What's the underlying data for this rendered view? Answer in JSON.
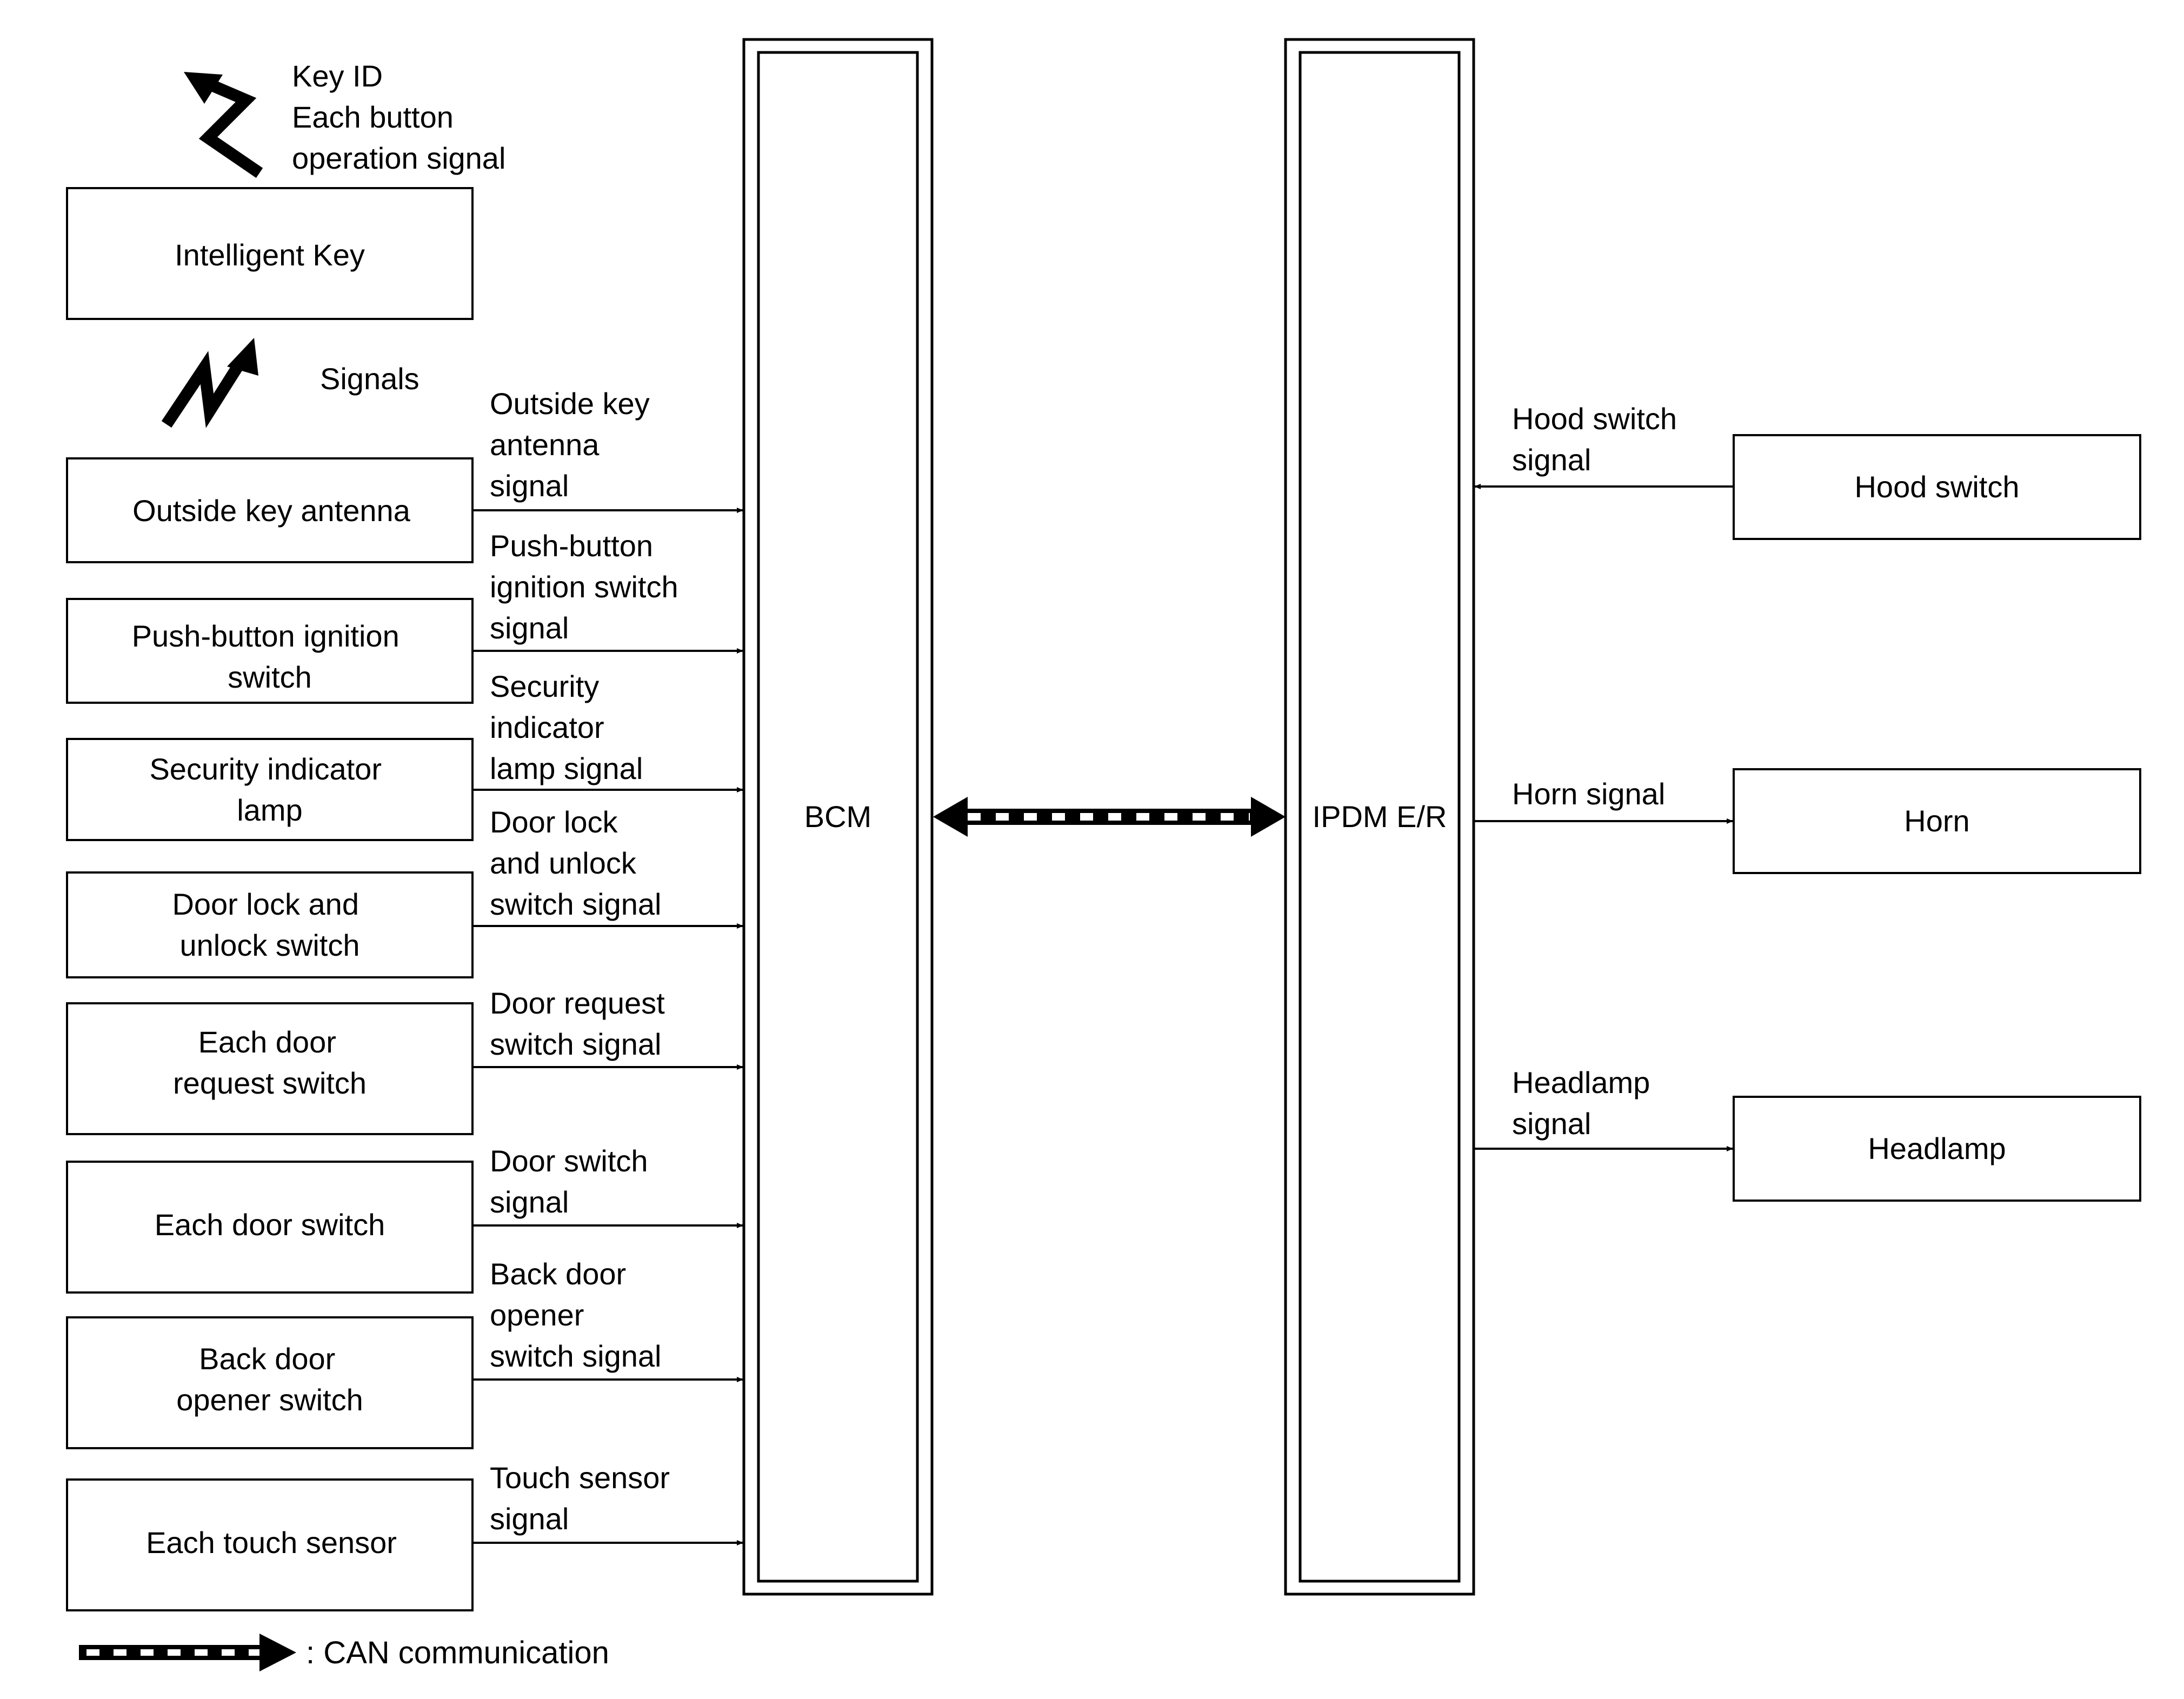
{
  "wireless": {
    "keyid_lines": [
      "Key ID",
      "Each button",
      "operation signal"
    ],
    "signals_label": "Signals"
  },
  "modules": {
    "bcm": "BCM",
    "ipdm": "IPDM E/R"
  },
  "left_components": [
    {
      "lines": [
        "Intelligent Key"
      ]
    },
    {
      "lines": [
        "Outside key antenna"
      ]
    },
    {
      "lines": [
        "Push-button ignition",
        "switch"
      ]
    },
    {
      "lines": [
        "Security indicator",
        "lamp"
      ]
    },
    {
      "lines": [
        "Door lock and",
        "unlock switch"
      ]
    },
    {
      "lines": [
        "Each door",
        "request switch"
      ]
    },
    {
      "lines": [
        "Each door switch"
      ]
    },
    {
      "lines": [
        "Back door",
        "opener switch"
      ]
    },
    {
      "lines": [
        "Each touch sensor"
      ]
    }
  ],
  "left_signals": [
    {
      "lines": [
        "Outside key",
        "antenna",
        "signal"
      ]
    },
    {
      "lines": [
        "Push-button",
        "ignition switch",
        "signal"
      ]
    },
    {
      "lines": [
        "Security",
        "indicator",
        "lamp signal"
      ]
    },
    {
      "lines": [
        "Door lock",
        "and unlock",
        "switch signal"
      ]
    },
    {
      "lines": [
        "Door request",
        "switch signal"
      ]
    },
    {
      "lines": [
        "Door switch",
        "signal"
      ]
    },
    {
      "lines": [
        "Back door",
        "opener",
        "switch signal"
      ]
    },
    {
      "lines": [
        "Touch sensor",
        "signal"
      ]
    }
  ],
  "right_components": [
    {
      "lines": [
        "Hood switch"
      ]
    },
    {
      "lines": [
        "Horn"
      ]
    },
    {
      "lines": [
        "Headlamp"
      ]
    }
  ],
  "right_signals": [
    {
      "lines": [
        "Hood switch",
        "signal"
      ]
    },
    {
      "lines": [
        "Horn signal"
      ]
    },
    {
      "lines": [
        "Headlamp",
        "signal"
      ]
    }
  ],
  "legend": {
    "label": ": CAN communication"
  }
}
